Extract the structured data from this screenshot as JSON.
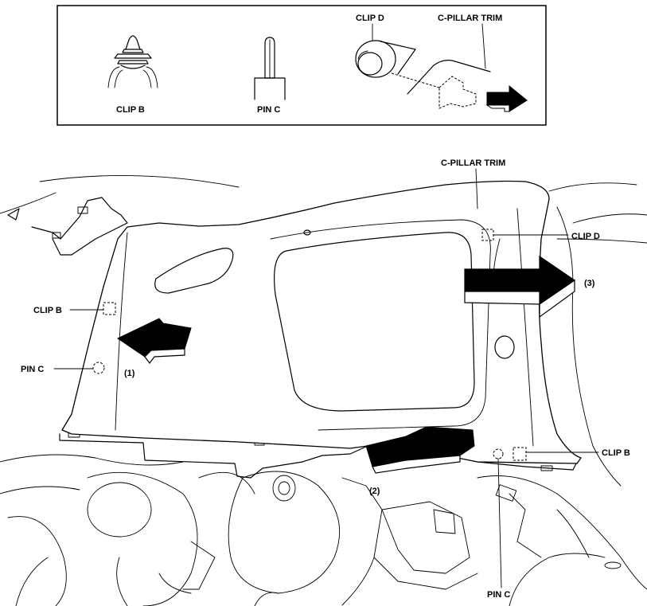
{
  "inset": {
    "clip_b_label": "CLIP B",
    "pin_c_label": "PIN C",
    "clip_d_label": "CLIP D",
    "c_pillar_trim_label": "C-PILLAR TRIM"
  },
  "main": {
    "c_pillar_trim_label": "C-PILLAR TRIM",
    "clip_d_label": "CLIP D",
    "clip_b_left_label": "CLIP B",
    "pin_c_left_label": "PIN C",
    "clip_b_right_label": "CLIP B",
    "pin_c_bottom_label": "PIN C",
    "step1_label": "(1)",
    "step2_label": "(2)",
    "step3_label": "(3)"
  }
}
